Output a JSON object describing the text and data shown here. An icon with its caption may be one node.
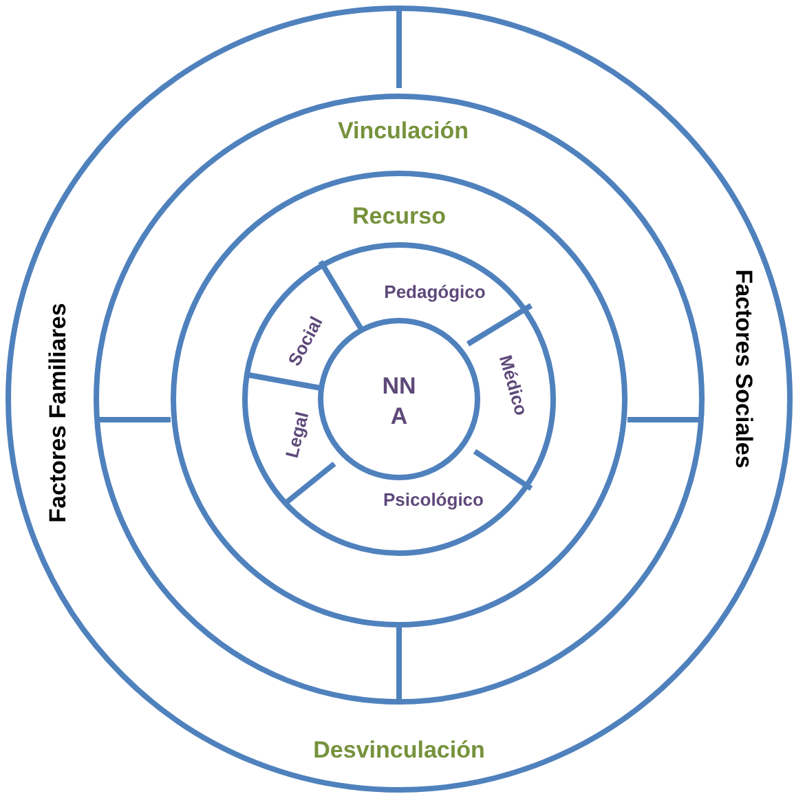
{
  "diagram": {
    "nodes": [
      {
        "text": [
          "Factores Familiares",
          "Factores Sociales",
          "Desvinculación"
        ]
      },
      {
        "text": [
          "Vinculación"
        ],
        "in": 0
      },
      {
        "text": [
          "Recurso"
        ],
        "in": 1
      },
      {
        "text": [
          "Social",
          "Pedagógico",
          "Médico",
          "Legal",
          "Psicológico"
        ],
        "in": 2
      },
      {
        "text": [
          "NNA"
        ],
        "in": 3
      }
    ]
  }
}
